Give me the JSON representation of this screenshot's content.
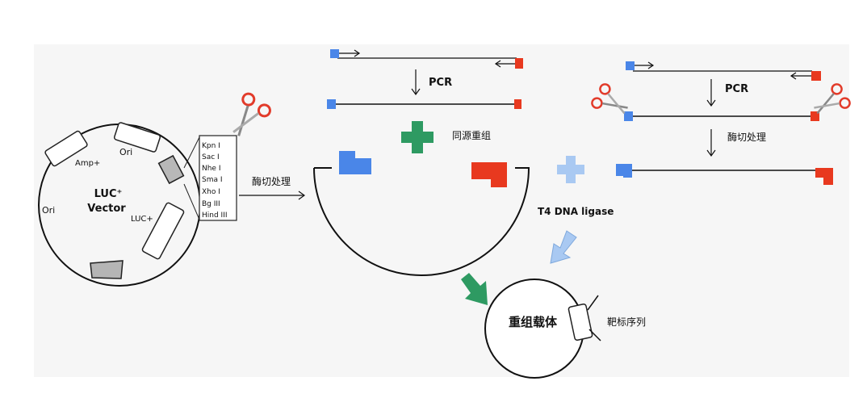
{
  "plasmid": {
    "name_line1": "LUC⁺",
    "name_line2": "Vector",
    "ori_top": "Ori",
    "ori_left": "Ori",
    "amp": "Amp+",
    "luc": "LUC+"
  },
  "mcs_sites": [
    "Kpn I",
    "Sac I",
    "Nhe I",
    "Sma I",
    "Xho I",
    "Bg III",
    "Hind III"
  ],
  "labels": {
    "digest_left": "酶切处理",
    "pcr_top": "PCR",
    "homologous": "同源重组",
    "pcr_right": "PCR",
    "digest_right": "酶切处理",
    "t4": "T4 DNA ligase",
    "recombinant": "重组载体",
    "target": "靶标序列"
  },
  "colors": {
    "blue": "#4a86e8",
    "red": "#e8391f",
    "green": "#2e9a62",
    "lightblue": "#a9c9f2",
    "gray": "#bcbcbc",
    "scissor": "#e23b2a"
  }
}
